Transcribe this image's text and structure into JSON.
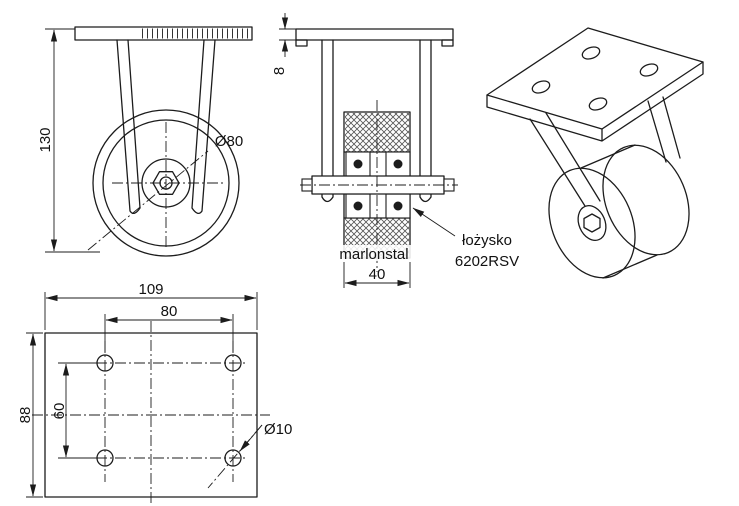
{
  "drawing": {
    "front_view": {
      "height_dim": "130",
      "wheel_diameter_dim": "Ø80"
    },
    "side_view": {
      "plate_thickness_dim": "8",
      "wheel_width_dim": "40",
      "watermark": "marlonstal",
      "bearing_label_line1": "łożysko",
      "bearing_label_line2": "6202RSV"
    },
    "plate_view": {
      "plate_width_dim": "109",
      "hole_spacing_x_dim": "80",
      "plate_depth_dim": "88",
      "hole_spacing_y_dim": "60",
      "hole_diameter_dim": "Ø10"
    }
  },
  "colors": {
    "line": "#1c1c1c",
    "text": "#111111",
    "background": "#ffffff"
  }
}
